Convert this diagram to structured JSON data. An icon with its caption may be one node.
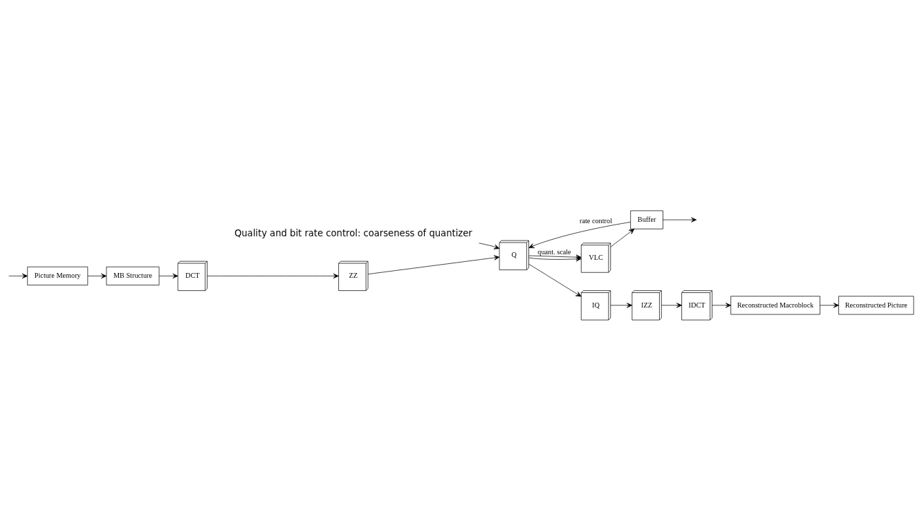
{
  "diagram": {
    "nodes": [
      {
        "text": [
          "Picture Memory"
        ]
      },
      {
        "text": [
          "MB Structure"
        ]
      },
      {
        "text": [
          "DCT"
        ]
      },
      {
        "text": [
          "ZZ"
        ]
      },
      {
        "text": [
          "Q"
        ]
      },
      {
        "text": [
          "VLC"
        ]
      },
      {
        "text": [
          "Buffer"
        ]
      },
      {
        "text": [
          "IQ"
        ]
      },
      {
        "text": [
          "IZZ"
        ]
      },
      {
        "text": [
          "IDCT"
        ]
      },
      {
        "text": [
          "Reconstructed Macroblock"
        ]
      },
      {
        "text": [
          "Reconstructed Picture"
        ]
      },
      {
        "text": [
          "Quality and bit rate control: coarseness of quantizer"
        ]
      }
    ],
    "edges": [
      {
        "from": null,
        "to": 0,
        "arrow": "to"
      },
      {
        "from": 0,
        "to": 1,
        "arrow": "to"
      },
      {
        "from": 1,
        "to": 2,
        "arrow": "to"
      },
      {
        "from": 2,
        "to": 3,
        "arrow": "to"
      },
      {
        "from": 3,
        "to": 4,
        "arrow": "to"
      },
      {
        "from": 4,
        "to": 5,
        "arrow": "to"
      },
      {
        "from": 5,
        "to": 6,
        "arrow": "to"
      },
      {
        "from": 6,
        "to": null,
        "arrow": "to"
      },
      {
        "from": 6,
        "to": 4,
        "arrow": "to",
        "label": "rate control"
      },
      {
        "from": 4,
        "to": 5,
        "arrow": "to",
        "label": "quant. scale"
      },
      {
        "from": 4,
        "to": 7,
        "arrow": "to"
      },
      {
        "from": 7,
        "to": 8,
        "arrow": "to"
      },
      {
        "from": 8,
        "to": 9,
        "arrow": "to"
      },
      {
        "from": 9,
        "to": 10,
        "arrow": "to"
      },
      {
        "from": 10,
        "to": 11,
        "arrow": "to"
      },
      {
        "from": 12,
        "to": 4,
        "arrow": "to"
      }
    ]
  }
}
